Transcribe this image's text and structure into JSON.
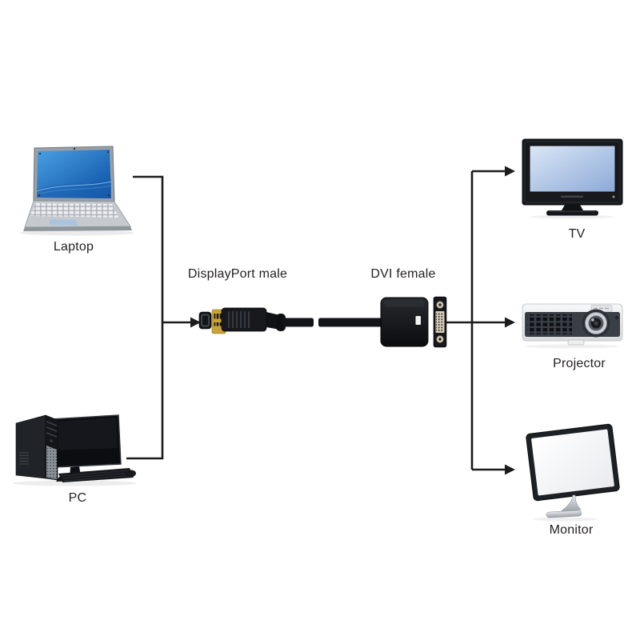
{
  "diagram": {
    "type": "connection-diagram",
    "subject": "DisplayPort male to DVI female adapter connecting computers to displays",
    "sources": [
      {
        "id": "laptop",
        "label": "Laptop"
      },
      {
        "id": "pc",
        "label": "PC"
      }
    ],
    "adapter": {
      "input_label": "DisplayPort male",
      "output_label": "DVI female"
    },
    "outputs": [
      {
        "id": "tv",
        "label": "TV"
      },
      {
        "id": "projector",
        "label": "Projector"
      },
      {
        "id": "monitor",
        "label": "Monitor"
      }
    ],
    "connections": [
      {
        "from": "Laptop",
        "to": "DisplayPort male"
      },
      {
        "from": "PC",
        "to": "DisplayPort male"
      },
      {
        "from": "DVI female",
        "to": "TV"
      },
      {
        "from": "DVI female",
        "to": "Projector"
      },
      {
        "from": "DVI female",
        "to": "Monitor"
      }
    ],
    "colors": {
      "background": "#ffffff",
      "line": "#1c1c1c",
      "label_text": "#231f20",
      "laptop_screen_blue": "#1a6fc4",
      "tv_screen_blue": "#a9c2e4",
      "connector_gold": "#c9a336",
      "device_black": "#141519",
      "dvi_pin_cream": "#d8cfbc"
    }
  }
}
